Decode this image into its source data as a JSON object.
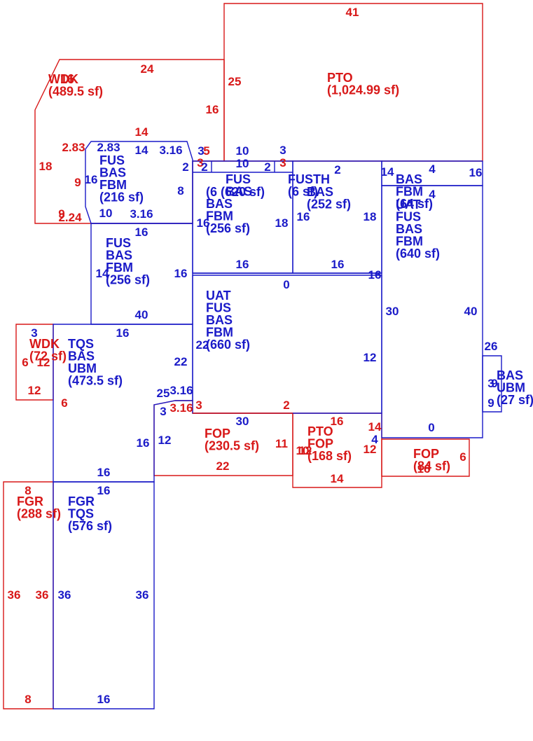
{
  "colors": {
    "red": "#d81818",
    "blue": "#1a1ac8"
  },
  "areas": [
    {
      "name": "pto-main",
      "color": "red",
      "lines": [
        "PTO",
        "(1,024.99 sf)"
      ]
    },
    {
      "name": "wdk-top",
      "color": "red",
      "lines": [
        "WDK",
        "(489.5 sf)"
      ]
    },
    {
      "name": "wdk-16",
      "color": "red",
      "lines": [
        "16"
      ]
    },
    {
      "name": "fus-216",
      "color": "blue",
      "lines": [
        "FUS",
        "BAS",
        "FBM",
        "(216 sf)"
      ]
    },
    {
      "name": "fus-bas-small",
      "color": "blue",
      "lines": [
        "FUS",
        "BAS"
      ]
    },
    {
      "name": "fus-6-20",
      "color": "blue",
      "lines": [
        "(6 (620 sf)"
      ]
    },
    {
      "name": "fus-256-center",
      "color": "blue",
      "lines": [
        "BAS",
        "FBM",
        "(256 sf)"
      ]
    },
    {
      "name": "fusth",
      "color": "blue",
      "lines": [
        "FUSTH",
        "(6 sf)"
      ]
    },
    {
      "name": "bas-252",
      "color": "blue",
      "lines": [
        "BAS",
        "(252 sf)"
      ]
    },
    {
      "name": "bas-right",
      "color": "blue",
      "lines": [
        "BAS",
        "FBM",
        "(64 sf)"
      ]
    },
    {
      "name": "uat-right",
      "color": "blue",
      "lines": [
        "UAT",
        "FUS",
        "BAS",
        "FBM",
        "(640 sf)"
      ]
    },
    {
      "name": "fus-256-left",
      "color": "blue",
      "lines": [
        "FUS",
        "BAS",
        "FBM",
        "(256 sf)"
      ]
    },
    {
      "name": "uat-660",
      "color": "blue",
      "lines": [
        "UAT",
        "FUS",
        "BAS",
        "FBM",
        "(660 sf)"
      ]
    },
    {
      "name": "wdk-72",
      "color": "red",
      "lines": [
        "WDK",
        "(72 sf)"
      ]
    },
    {
      "name": "tqs-473",
      "color": "blue",
      "lines": [
        "TQS",
        "BAS",
        "UBM",
        "(473.5 sf)"
      ]
    },
    {
      "name": "bas-ubm-27",
      "color": "blue",
      "lines": [
        "BAS",
        "UBM",
        "(27 sf)"
      ]
    },
    {
      "name": "fop-230",
      "color": "red",
      "lines": [
        "FOP",
        "(230.5 sf)"
      ]
    },
    {
      "name": "pto-fop-168",
      "color": "red",
      "lines": [
        "PTO",
        "FOP",
        "(168 sf)"
      ]
    },
    {
      "name": "fop-84",
      "color": "red",
      "lines": [
        "FOP",
        "(84 sf)"
      ]
    },
    {
      "name": "fgr-288",
      "color": "red",
      "lines": [
        "FGR",
        "(288 sf)"
      ]
    },
    {
      "name": "fgr-576",
      "color": "blue",
      "lines": [
        "FGR",
        "TQS",
        "(576 sf)"
      ]
    }
  ],
  "dimensions": [
    {
      "t": "41",
      "c": "red"
    },
    {
      "t": "24",
      "c": "red"
    },
    {
      "t": "25",
      "c": "red"
    },
    {
      "t": "16",
      "c": "red"
    },
    {
      "t": "14",
      "c": "red"
    },
    {
      "t": "2.83",
      "c": "red"
    },
    {
      "t": "18",
      "c": "red"
    },
    {
      "t": "9",
      "c": "red"
    },
    {
      "t": "9",
      "c": "red"
    },
    {
      "t": "2.24",
      "c": "red"
    },
    {
      "t": "5",
      "c": "red"
    },
    {
      "t": "3",
      "c": "red"
    },
    {
      "t": "3",
      "c": "red"
    },
    {
      "t": "2.83",
      "c": "blue"
    },
    {
      "t": "14",
      "c": "blue"
    },
    {
      "t": "3.16",
      "c": "blue"
    },
    {
      "t": "3",
      "c": "blue"
    },
    {
      "t": "10",
      "c": "blue"
    },
    {
      "t": "3",
      "c": "blue"
    },
    {
      "t": "2",
      "c": "blue"
    },
    {
      "t": "2",
      "c": "blue"
    },
    {
      "t": "10",
      "c": "blue"
    },
    {
      "t": "2",
      "c": "blue"
    },
    {
      "t": "2",
      "c": "blue"
    },
    {
      "t": "14",
      "c": "blue"
    },
    {
      "t": "4",
      "c": "blue"
    },
    {
      "t": "16",
      "c": "blue"
    },
    {
      "t": "4",
      "c": "blue"
    },
    {
      "t": "16",
      "c": "blue"
    },
    {
      "t": "8",
      "c": "blue"
    },
    {
      "t": "10",
      "c": "blue"
    },
    {
      "t": "3.16",
      "c": "blue"
    },
    {
      "t": "16",
      "c": "blue"
    },
    {
      "t": "16",
      "c": "blue"
    },
    {
      "t": "16",
      "c": "blue"
    },
    {
      "t": "18",
      "c": "blue"
    },
    {
      "t": "18",
      "c": "blue"
    },
    {
      "t": "16",
      "c": "blue"
    },
    {
      "t": "16",
      "c": "blue"
    },
    {
      "t": "16",
      "c": "blue"
    },
    {
      "t": "14",
      "c": "blue"
    },
    {
      "t": "16",
      "c": "blue"
    },
    {
      "t": "0",
      "c": "blue"
    },
    {
      "t": "30",
      "c": "blue"
    },
    {
      "t": "40",
      "c": "blue"
    },
    {
      "t": "40",
      "c": "blue"
    },
    {
      "t": "16",
      "c": "blue"
    },
    {
      "t": "22",
      "c": "blue"
    },
    {
      "t": "22",
      "c": "blue"
    },
    {
      "t": "12",
      "c": "blue"
    },
    {
      "t": "26",
      "c": "blue"
    },
    {
      "t": "3",
      "c": "blue"
    },
    {
      "t": "9",
      "c": "blue"
    },
    {
      "t": "9",
      "c": "blue"
    },
    {
      "t": "3",
      "c": "blue"
    },
    {
      "t": "6",
      "c": "red"
    },
    {
      "t": "12",
      "c": "red"
    },
    {
      "t": "12",
      "c": "red"
    },
    {
      "t": "6",
      "c": "red"
    },
    {
      "t": "25",
      "c": "blue"
    },
    {
      "t": "3.16",
      "c": "blue"
    },
    {
      "t": "3",
      "c": "blue"
    },
    {
      "t": "3.16",
      "c": "red"
    },
    {
      "t": "3",
      "c": "red"
    },
    {
      "t": "2",
      "c": "red"
    },
    {
      "t": "30",
      "c": "blue"
    },
    {
      "t": "16",
      "c": "red"
    },
    {
      "t": "14",
      "c": "red"
    },
    {
      "t": "4",
      "c": "blue"
    },
    {
      "t": "0",
      "c": "blue"
    },
    {
      "t": "16",
      "c": "blue"
    },
    {
      "t": "12",
      "c": "blue"
    },
    {
      "t": "11",
      "c": "red"
    },
    {
      "t": "10",
      "c": "red"
    },
    {
      "t": "12",
      "c": "red"
    },
    {
      "t": "12",
      "c": "red"
    },
    {
      "t": "22",
      "c": "red"
    },
    {
      "t": "14",
      "c": "red"
    },
    {
      "t": "16",
      "c": "red"
    },
    {
      "t": "6",
      "c": "red"
    },
    {
      "t": "16",
      "c": "blue"
    },
    {
      "t": "8",
      "c": "red"
    },
    {
      "t": "16",
      "c": "blue"
    },
    {
      "t": "36",
      "c": "red"
    },
    {
      "t": "36",
      "c": "red"
    },
    {
      "t": "36",
      "c": "blue"
    },
    {
      "t": "36",
      "c": "blue"
    },
    {
      "t": "8",
      "c": "red"
    },
    {
      "t": "16",
      "c": "blue"
    }
  ]
}
